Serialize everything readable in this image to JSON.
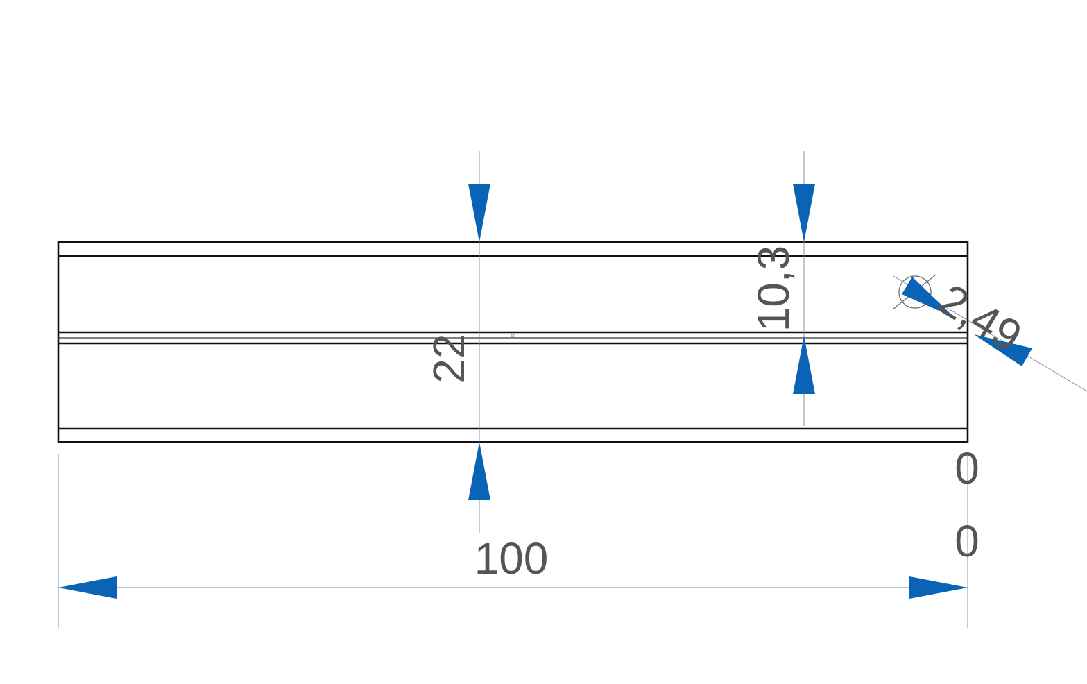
{
  "drawing": {
    "dimensions": {
      "overall_length": "100",
      "overall_height": "22",
      "slot_depth": "10,3",
      "hole_diameter": "2,49",
      "origin_x": "0",
      "origin_y": "0"
    },
    "colors": {
      "arrow": "#0b63b5",
      "outline": "#111111",
      "dimension_text": "#555555",
      "extension_line": "#7a8a99",
      "background": "#ffffff"
    },
    "icons": {
      "diameter_symbol": "diameter-icon"
    }
  }
}
